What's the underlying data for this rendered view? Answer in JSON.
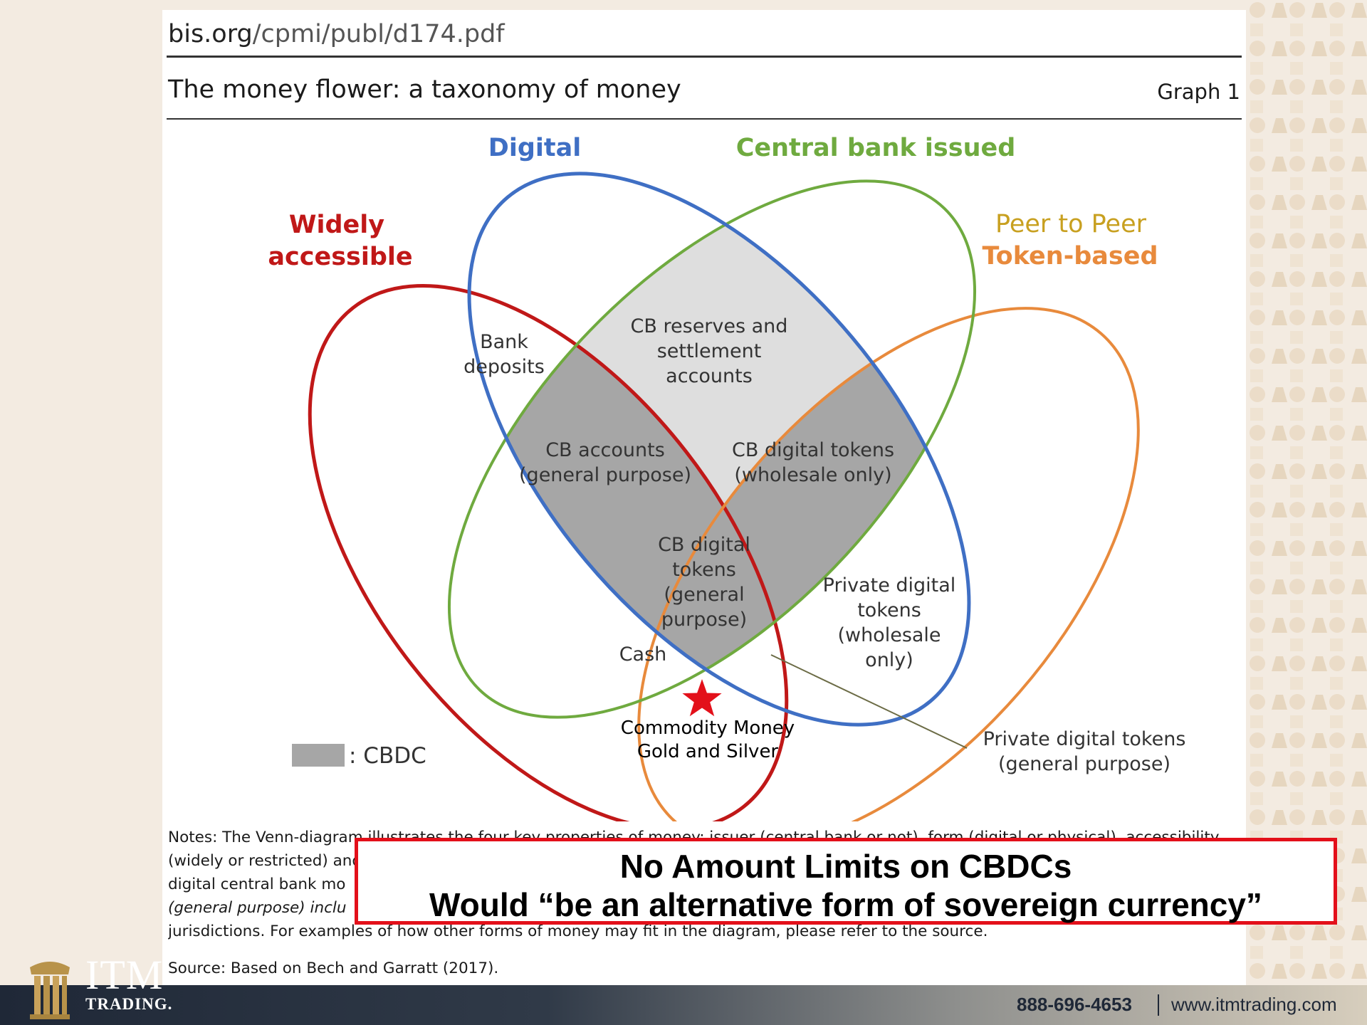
{
  "document": {
    "url_host": "bis.org",
    "url_path": "/cpmi/publ/d174.pdf",
    "title": "The money flower: a taxonomy of money",
    "graph_label": "Graph 1"
  },
  "diagram": {
    "categories": {
      "digital": "Digital",
      "central_bank": "Central bank issued",
      "widely_line1": "Widely",
      "widely_line2": "accessible",
      "p2p_line1": "Peer to Peer",
      "p2p_line2": "Token-based"
    },
    "regions": {
      "bank_deposits_1": "Bank",
      "bank_deposits_2": "deposits",
      "cb_reserves_1": "CB reserves and",
      "cb_reserves_2": "settlement",
      "cb_reserves_3": "accounts",
      "cb_accounts_1": "CB accounts",
      "cb_accounts_2": "(general purpose)",
      "cb_tokens_wholesale_1": "CB digital tokens",
      "cb_tokens_wholesale_2": "(wholesale only)",
      "cb_tokens_gp_1": "CB digital",
      "cb_tokens_gp_2": "tokens",
      "cb_tokens_gp_3": "(general",
      "cb_tokens_gp_4": "purpose)",
      "private_wholesale_1": "Private digital",
      "private_wholesale_2": "tokens",
      "private_wholesale_3": "(wholesale",
      "private_wholesale_4": "only)",
      "cash": "Cash",
      "commodity_1": "Commodity Money",
      "commodity_2": "Gold and Silver",
      "private_gp_1": "Private digital tokens",
      "private_gp_2": "(general purpose)"
    },
    "legend": ": CBDC",
    "colors": {
      "digital": "#3f6fc4",
      "central_bank": "#6faa3f",
      "widely": "#c01818",
      "p2p": "#e88a3c",
      "p2p_label_top": "#c8a020",
      "cbdc_fill": "#a6a6a6",
      "reserves_fill": "#dedede",
      "star": "#e3101a"
    }
  },
  "notes": {
    "line1": "Notes: The Venn-diagram illustrates the four key properties of money: issuer (central bank or not), form (digital or physical), accessibility",
    "line2": "(widely or restricted) and",
    "line3": "digital central bank mo",
    "line4": "(general purpose) inclu",
    "line5": "jurisdictions. For examples of how other forms of money may fit in the diagram, please refer to the source.",
    "source": "Source: Based on Bech and Garratt (2017)."
  },
  "callout": {
    "line1": "No Amount Limits on CBDCs",
    "line2": "Would “be an alternative form of sovereign currency”"
  },
  "footer": {
    "brand": "ITM",
    "brand_sub": "TRADING.",
    "phone": "888-696-4653",
    "website": "www.itmtrading.com"
  }
}
